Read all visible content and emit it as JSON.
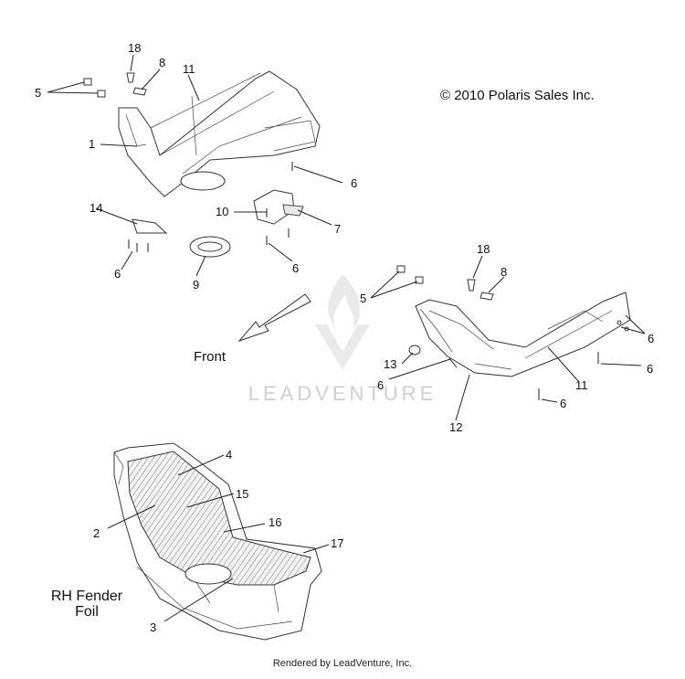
{
  "copyright": "© 2010 Polaris Sales Inc.",
  "front_label": "Front",
  "inset_label_line1": "RH Fender",
  "inset_label_line2": "Foil",
  "watermark": "LEADVENTURE",
  "footer": "Rendered by LeadVenture, Inc.",
  "callouts": {
    "c1": "1",
    "c2": "2",
    "c3": "3",
    "c4": "4",
    "c5a": "5",
    "c5b": "5",
    "c6a": "6",
    "c6b": "6",
    "c6c": "6",
    "c6d": "6",
    "c6e": "6",
    "c6f": "6",
    "c6g": "6",
    "c7": "7",
    "c8a": "8",
    "c8b": "8",
    "c9": "9",
    "c10": "10",
    "c11a": "11",
    "c11b": "11",
    "c12": "12",
    "c13": "13",
    "c14": "14",
    "c15": "15",
    "c16": "16",
    "c17": "17",
    "c18a": "18",
    "c18b": "18"
  }
}
